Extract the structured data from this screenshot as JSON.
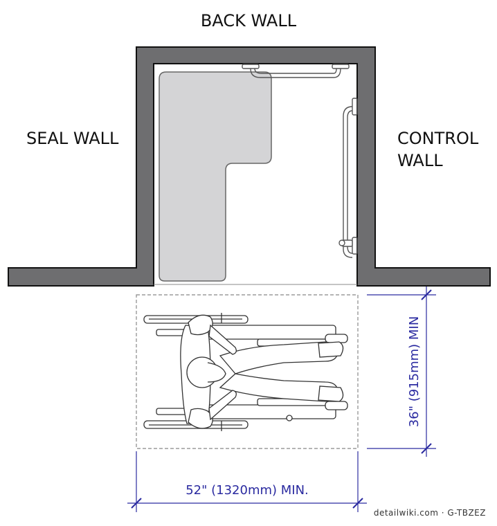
{
  "labels": {
    "back_wall": "BACK WALL",
    "seal_wall": "SEAL WALL",
    "control_wall_line1": "CONTROL",
    "control_wall_line2": "WALL"
  },
  "dimensions": {
    "width": "52\" (1320mm) MIN.",
    "depth": "36\" (915mm) MIN"
  },
  "credit": "detailwiki.com · G-TBZEZ",
  "colors": {
    "wall_fill": "#6e6e70",
    "wall_outline": "#111111",
    "seat_fill": "#d4d4d6",
    "dimension": "#2a2aa0",
    "clear_space": "#888888"
  }
}
